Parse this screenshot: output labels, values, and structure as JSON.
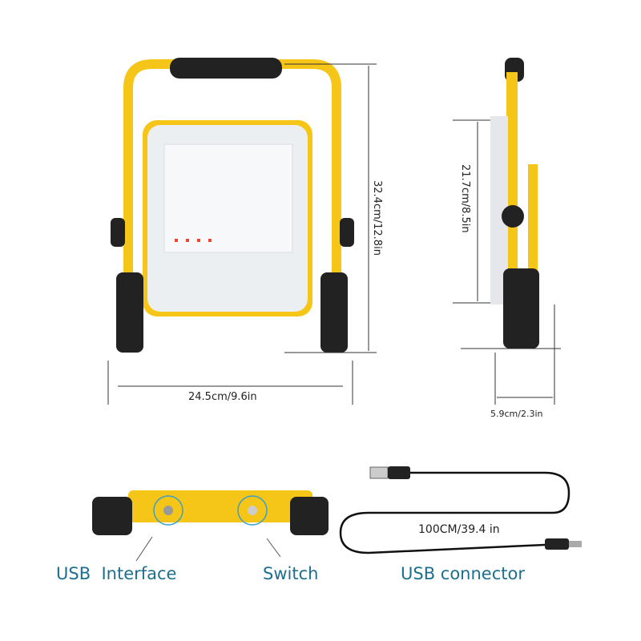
{
  "dimensions": {
    "height": "32.4cm/12.8in",
    "width": "24.5cm/9.6in",
    "side_height": "21.7cm/8.5in",
    "depth": "5.9cm/2.3in",
    "cable_length": "100CM/39.4 in"
  },
  "labels": {
    "usb_interface": "USB  Interface",
    "switch": "Switch",
    "usb_connector": "USB connector"
  },
  "colors": {
    "frame_yellow": "#f5c518",
    "label_blue": "#1d6f8f"
  }
}
